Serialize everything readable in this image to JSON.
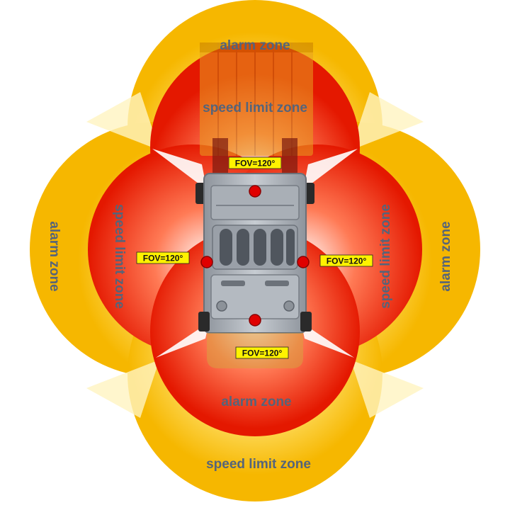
{
  "colors": {
    "alarm_outer": "#f6b700",
    "alarm_light": "#fff0b0",
    "speed_outer": "#e61a00",
    "speed_light": "#ffd8c8",
    "camera_dot": "#e00000",
    "fov_badge": "#fff200",
    "label_text": "#55647a"
  },
  "labels": {
    "top_outer": "alarm zone",
    "top_inner": "speed limit zone",
    "left_outer": "alarm zone",
    "left_inner": "speed limit zone",
    "right_outer": "alarm zone",
    "right_inner": "speed limit zone",
    "bottom_inner": "alarm zone",
    "bottom_outer": "speed limit zone"
  },
  "cameras": [
    {
      "position": "front",
      "fov": "FOV=120°"
    },
    {
      "position": "left",
      "fov": "FOV=120°"
    },
    {
      "position": "right",
      "fov": "FOV=120°"
    },
    {
      "position": "rear",
      "fov": "FOV=120°"
    }
  ]
}
